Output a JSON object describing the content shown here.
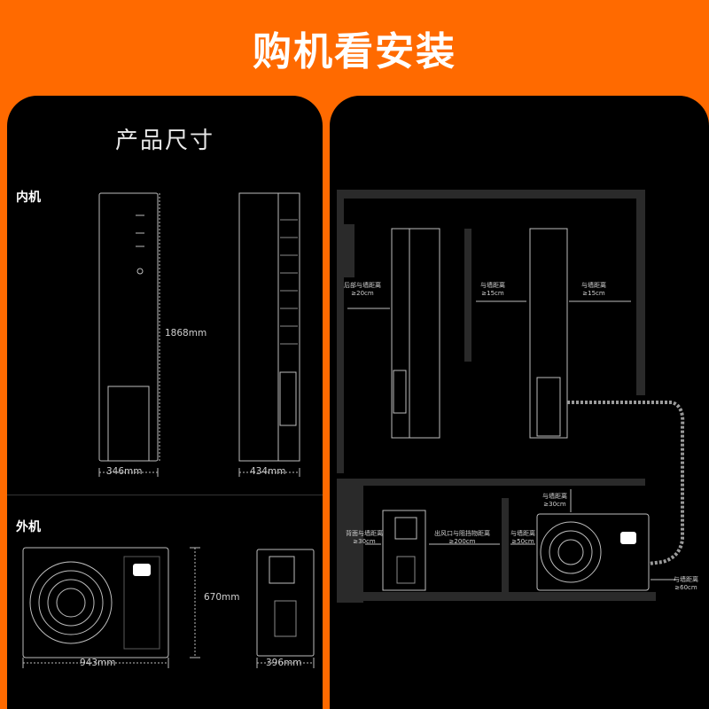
{
  "header": {
    "title": "购机看安装"
  },
  "left_panel": {
    "title": "产品尺寸",
    "indoor": {
      "label": "内机",
      "height": "1868mm",
      "width": "346mm",
      "depth": "434mm"
    },
    "outdoor": {
      "label": "外机",
      "width": "943mm",
      "height": "670mm",
      "depth": "396mm"
    }
  },
  "right_panel": {
    "labels": {
      "rear_wall": [
        "后部与墙距离",
        "≥20cm"
      ],
      "side_wall_1": [
        "与墙距离",
        "≥15cm"
      ],
      "side_wall_2": [
        "与墙距离",
        "≥15cm"
      ],
      "top_clearance": [
        "与墙距离",
        "≥30cm"
      ],
      "back_wall": [
        "背面与墙距离",
        "≥30cm"
      ],
      "outlet_obstacle": [
        "出风口与阻挡物距离",
        "≥200cm"
      ],
      "outdoor_side": [
        "与墙距离",
        "≥50cm"
      ],
      "outdoor_right": [
        "与墙距离",
        "≥60cm"
      ]
    }
  }
}
